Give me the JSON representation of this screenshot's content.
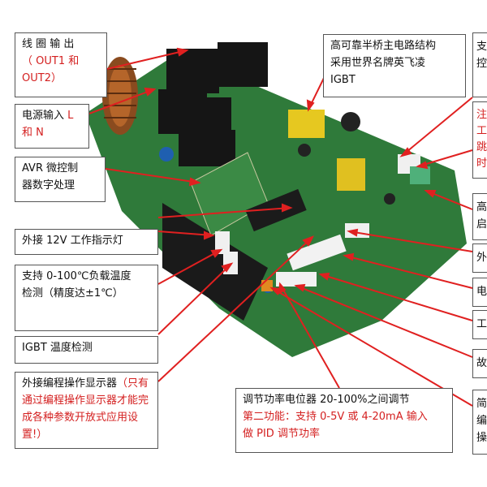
{
  "colors": {
    "pcb": "#2f7a3a",
    "leader": "#e02020",
    "highlight": "#d42020"
  },
  "callouts": {
    "coil_output": {
      "line1": "线 圈 输 出",
      "line2": "（ OUT1 和",
      "line3": "OUT2）"
    },
    "power_input": {
      "text": "电源输入",
      "red": "L",
      "line2": "和 N"
    },
    "avr": {
      "line1": "AVR 微控制",
      "line2": "器数字处理"
    },
    "indicator": {
      "text": "外接 12V 工作指示灯"
    },
    "temp_detect": {
      "line1": "支持  0-100℃负载温度",
      "line2": "检测（精度达±1℃）"
    },
    "igbt_temp": {
      "text": "IGBT 温度检测"
    },
    "programmer": {
      "text": "外接编程操作显示器",
      "red": "（只有通过编程操作显示器才能完成各种参数开放式应用设置!）"
    },
    "bridge": {
      "line1": "高可靠半桥主电路结构",
      "line2": "采用世界名牌英飞凌",
      "line3": "IGBT"
    },
    "potentiometer": {
      "line1": "调节功率电位器 20-100%之间调节",
      "line2": "第二功能：支持 0-5V 或 4-20mA 输入",
      "line3": "做 PID 调节功率"
    },
    "right_partial": [
      {
        "id": "r1",
        "lines": [
          "支",
          "控"
        ],
        "red": false
      },
      {
        "id": "r2",
        "lines": [
          "注",
          "工",
          "跳",
          "时"
        ],
        "red": true
      },
      {
        "id": "r3",
        "lines": [
          "高",
          "启"
        ],
        "red": false
      },
      {
        "id": "r4",
        "lines": [
          "外"
        ],
        "red": false
      },
      {
        "id": "r5",
        "lines": [
          "电"
        ],
        "red": false
      },
      {
        "id": "r6",
        "lines": [
          "工"
        ],
        "red": false
      },
      {
        "id": "r7",
        "lines": [
          "故"
        ],
        "red": false
      },
      {
        "id": "r8",
        "lines": [
          "简",
          "编",
          "操"
        ],
        "red": false
      }
    ]
  }
}
